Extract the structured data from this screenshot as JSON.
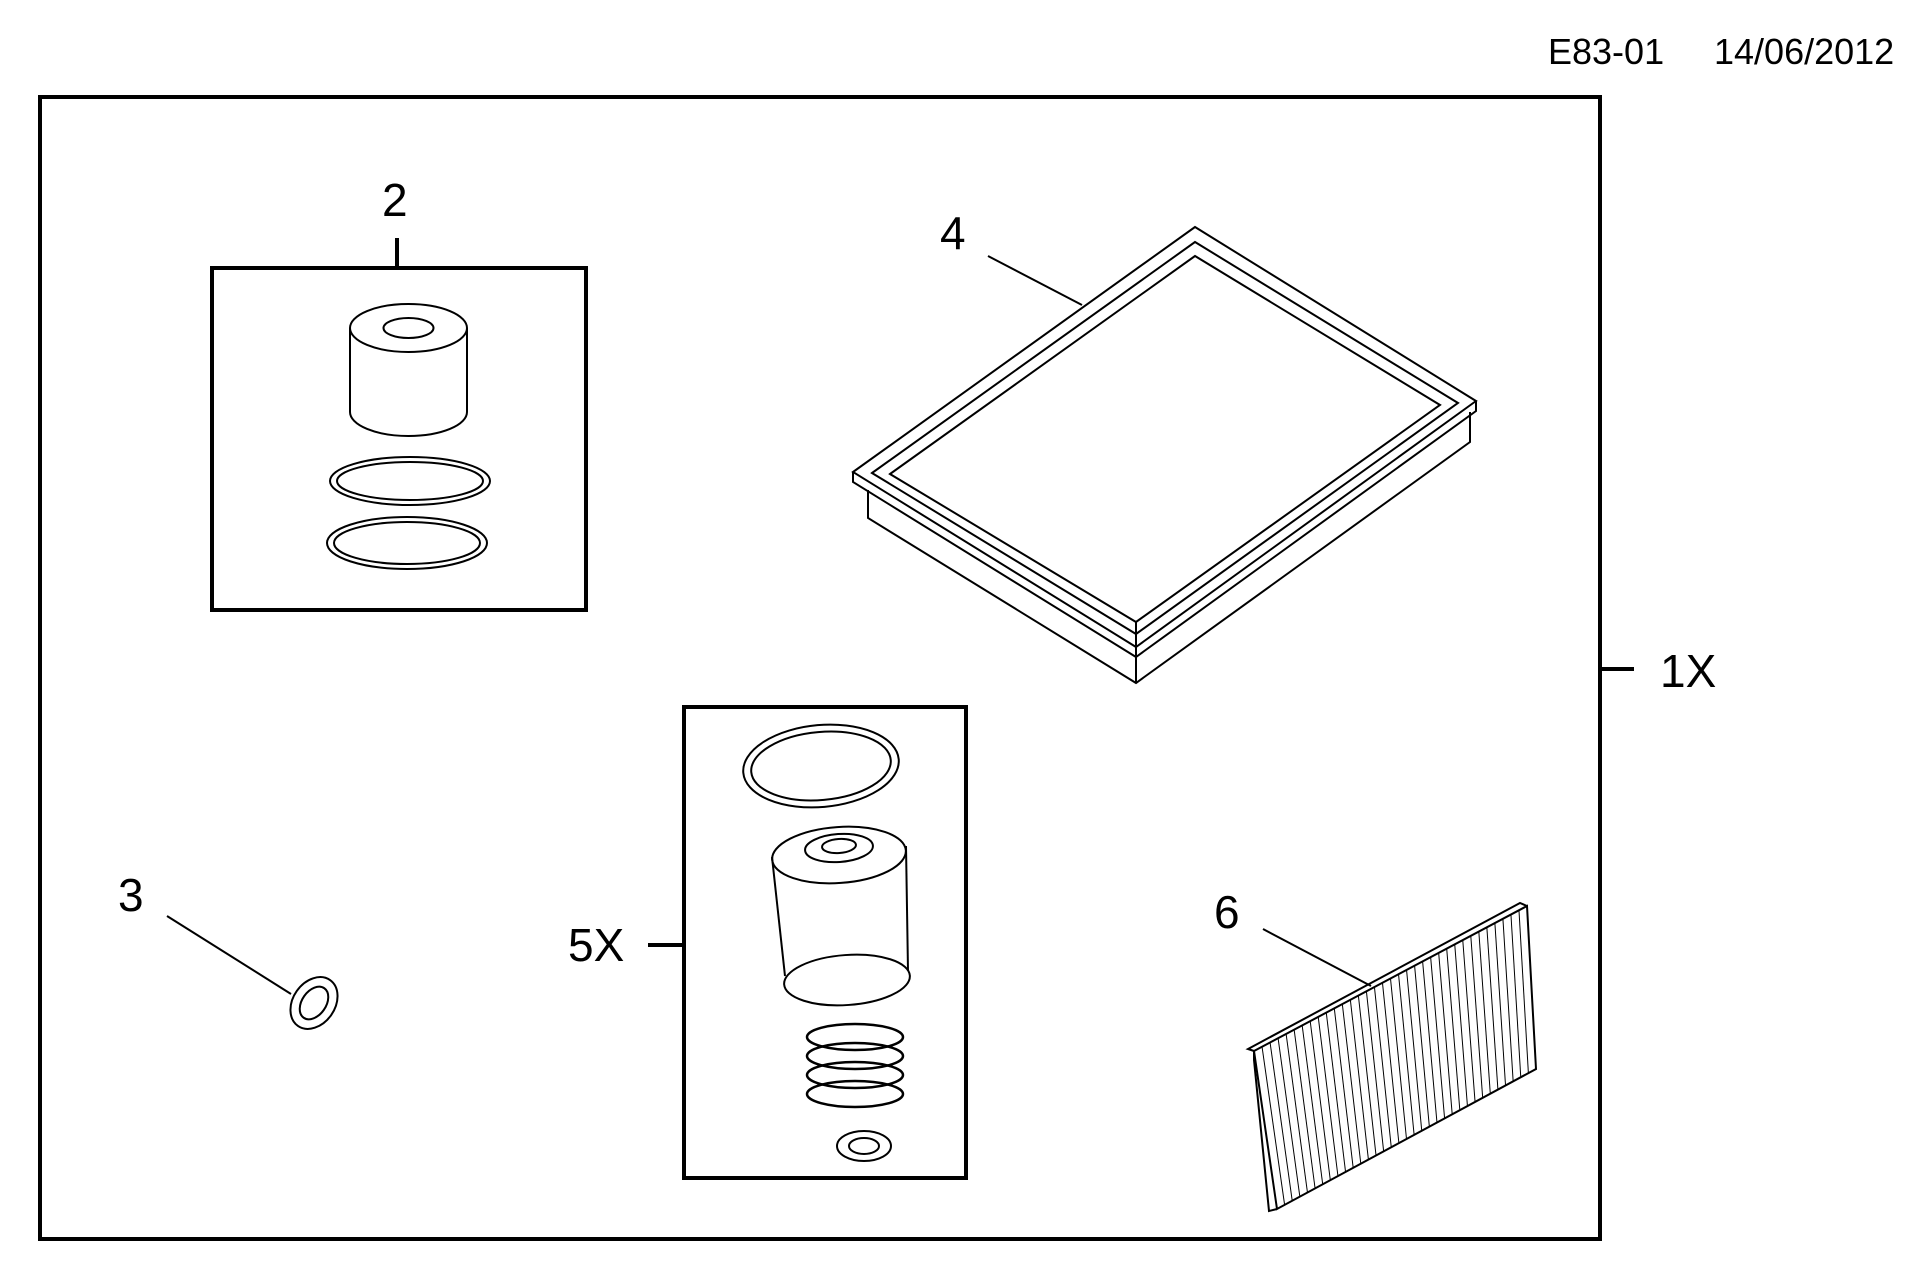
{
  "header": {
    "code": "E83-01",
    "date": "14/06/2012"
  },
  "callouts": {
    "kit": "1X",
    "item_2": "2",
    "item_3": "3",
    "item_4": "4",
    "item_5": "5X",
    "item_6": "6"
  }
}
